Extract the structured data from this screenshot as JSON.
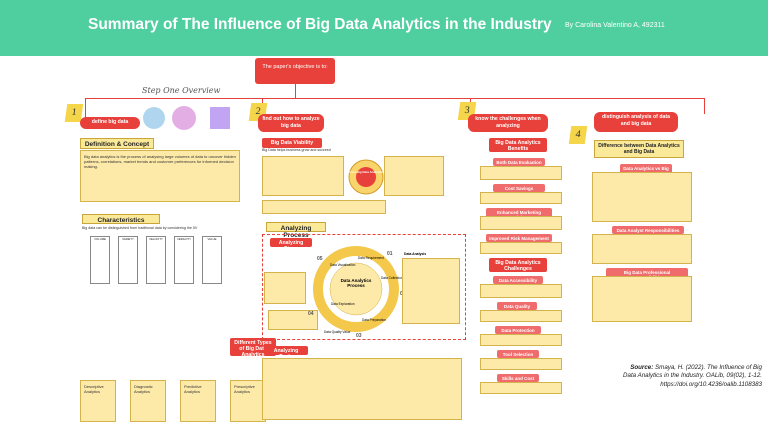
{
  "header": {
    "title": "Summary of The Influence of Big Data Analytics in the Industry",
    "author": "By Carolina Valentino A, 492311"
  },
  "objective": {
    "text": "The paper's objective is to:"
  },
  "steps": [
    "1",
    "2",
    "3",
    "4"
  ],
  "sections": {
    "define": "define big data",
    "analyze": "find out how to analyze big data",
    "challenges": "know the challenges when analyzing",
    "distinguish": "distinguish analysis of data and big data"
  },
  "col1": {
    "scribble": "Step One Overview",
    "definition_title": "Definition & Concept",
    "definition_text": "Big data analytics is the process of analysing large volumes of data to uncover hidden patterns, correlations, market trends and customer preferences for informed decision making.",
    "characteristics_title": "Characteristics",
    "characteristics_sub": "Big data can be distinguished from traditional data by considering the 5V",
    "characteristics": [
      "VOLUME",
      "VARIETY",
      "VELOCITY",
      "VERACITY",
      "VALUE"
    ],
    "types_title": "Different Types of Big Data Analytics",
    "types": [
      "Descriptive Analytics",
      "Diagnostic Analytics",
      "Predictive Analytics",
      "Prescriptive Analytics"
    ]
  },
  "col2": {
    "viability_title": "Big Data Viability",
    "viability_sub": "Big Data helps business grow and succeed",
    "core_title": "Core Big Data Analytics",
    "process_title": "Analyzing Process",
    "steps_title": "Analyzing Steps",
    "tools_title": "Analyzing Tools",
    "cycle_center": "Data Analytics Process",
    "cycle": [
      "Data Requirement",
      "Data Collection",
      "Data Preparation",
      "Data Exploration",
      "Data Visualization"
    ],
    "cycle_numbers": [
      "01",
      "02",
      "03",
      "04",
      "05"
    ],
    "analysis_label": "Data Analysis",
    "value_label": "Data Quality Value"
  },
  "col3": {
    "benefits_title": "Big Data Analytics Benefits",
    "benefits": [
      "Both Data Evaluation",
      "Cost Savings",
      "Enhanced Marketing Insights",
      "Improved Risk Management"
    ],
    "challenges_title": "Big Data Analytics Challenges",
    "challenges": [
      "Data Accessibility",
      "Data Quality",
      "Data Protection",
      "Tool Selection",
      "Skills and Cost"
    ]
  },
  "col4": {
    "diff_title": "Difference between Data Analytics and Big Data",
    "items": [
      "Data Analytics vs Big Data",
      "Data Analyst Responsibilities",
      "Big Data Professional Responsibilities"
    ]
  },
  "source": {
    "label": "Source:",
    "citation": "Smaya, H. (2022). The Influence of Big Data Analytics in the Industry. OALib, 09(02), 1-12.",
    "doi": "https://doi.org/10.4236/oalib.1108383"
  },
  "colors": {
    "header": "#4fcfa0",
    "accent": "#e8403a",
    "card": "#fde9a8"
  }
}
